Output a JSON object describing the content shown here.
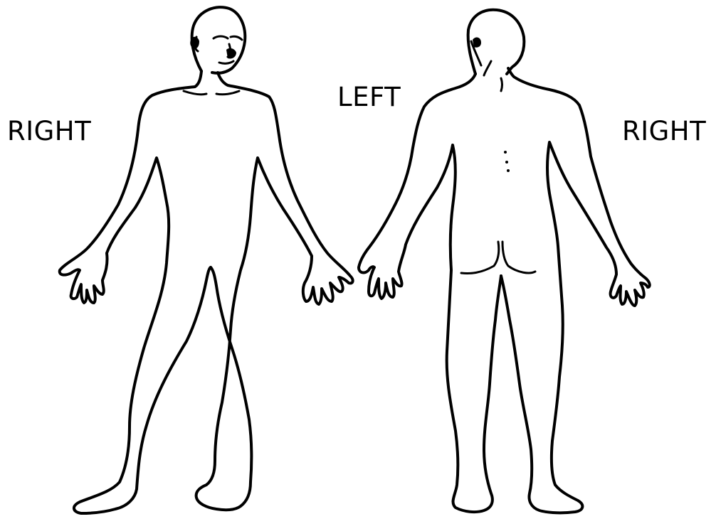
{
  "labels": {
    "front_right": "RIGHT",
    "center_left": "LEFT",
    "back_right": "RIGHT"
  },
  "colors": {
    "line": "#000000",
    "background": "#ffffff"
  }
}
